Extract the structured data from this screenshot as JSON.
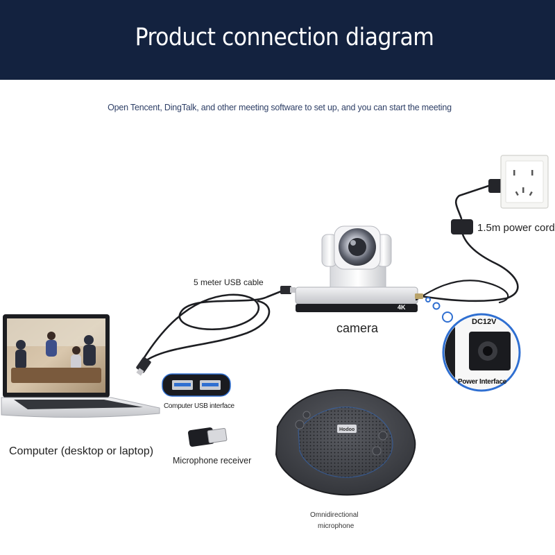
{
  "header": {
    "title": "Product connection diagram",
    "background": "#13223f"
  },
  "subtitle": "Open Tencent, DingTalk, and other meeting software to set up, and you can start the meeting",
  "labels": {
    "usb_cable": "5 meter USB cable",
    "camera": "camera",
    "power_cord": "1.5m power cord",
    "dc12v": "DC12V",
    "power_interface": "Power Interface",
    "computer_usb": "Computer USB interface",
    "computer": "Computer (desktop or laptop)",
    "mic_receiver": "Microphone receiver",
    "omni_line1": "Omnidirectional",
    "omni_line2": "microphone",
    "camera_badge": "4K",
    "mic_brand": "Hodoo"
  },
  "icons": [
    "laptop-icon",
    "usb-cable-icon",
    "camera-icon",
    "power-plug-icon",
    "wall-socket-icon",
    "dc-port-icon",
    "usb-ports-icon",
    "usb-dongle-icon",
    "speakerphone-icon"
  ],
  "colors": {
    "accent_ring": "#2f6fd1",
    "text_dark": "#222222",
    "subtitle": "#2e3f66"
  }
}
